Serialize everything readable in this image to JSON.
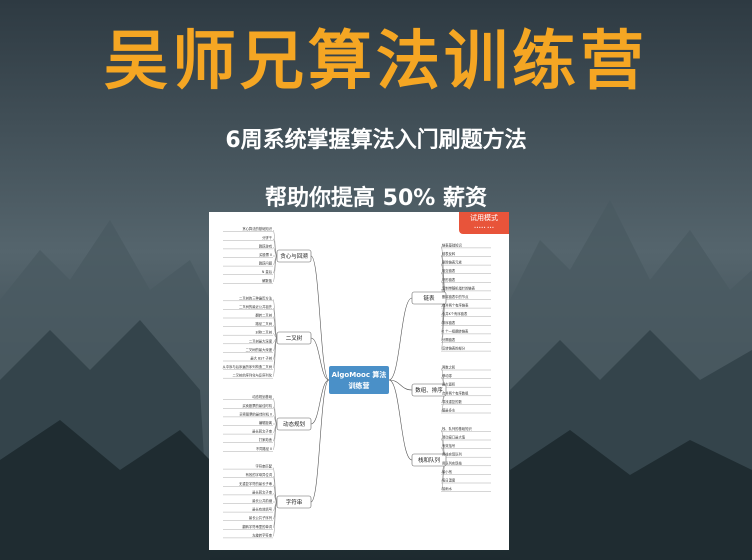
{
  "title": "吴师兄算法训练营",
  "subtitle": "6周系统掌握算法入门刷题方法",
  "tagline": "帮助你提高 50% 薪资",
  "colors": {
    "title": "#f5a623",
    "badge": "#e8543a",
    "center_node": "#4a90c8"
  },
  "preview": {
    "badge_label": "试用模式",
    "badge_sub": "••••• •••",
    "center": {
      "line1": "AlgoMooc 算法",
      "line2": "训练营"
    },
    "branches": {
      "left": [
        {
          "label": "贪心与回溯",
          "items": [
            "贪心算法的基础知识",
            "分饼干",
            "跳跃游戏",
            "买股票 II",
            "跳跃问题",
            "N 皇后",
            "解数独"
          ]
        },
        {
          "label": "二叉树",
          "items": [
            "二叉树的三种遍历方法",
            "二叉树的最近公共祖先",
            "翻转二叉树",
            "路径二叉树",
            "对称二叉树",
            "二叉树最大深度",
            "二叉树的最大深度",
            "最大 BST 子树",
            "从中序与后序遍历序列构造二叉树",
            "二叉树的序列化与反序列化"
          ]
        },
        {
          "label": "动态规划",
          "items": [
            "动态规划基础",
            "买卖股票的最佳时机",
            "买卖股票的最佳时机 II",
            "编辑距离",
            "最长回文子串",
            "打家劫舍",
            "不同路径 II"
          ]
        },
        {
          "label": "字符串",
          "items": [
            "字符串匹配",
            "有效的字母异位词",
            "无重复字符的最长子串",
            "最长回文子串",
            "最长公共前缀",
            "最长有效括号",
            "最长公共子序列",
            "翻转字符串里的单词",
            "左旋转字符串"
          ]
        }
      ],
      "right": [
        {
          "label": "链表",
          "items": [
            "链表基础知识",
            "链表反转",
            "删除链表元素",
            "相交链表",
            "环形链表",
            "复制带随机指针的链表",
            "删除链表中的节点",
            "合并两个有序链表",
            "合并K个有序链表",
            "排序链表",
            "K 个一组翻转链表",
            "分隔链表",
            "反转链表的部分"
          ]
        },
        {
          "label": "数组、排序",
          "items": [
            "两数之和",
            "移动零",
            "最大面积",
            "合并两个有序数组",
            "寻找重复的数",
            "盛最多水"
          ]
        },
        {
          "label": "栈和队列",
          "items": [
            "栈、队列的基础知识",
            "滑动窗口最大值",
            "有效括号",
            "用栈实现队列",
            "用队列实现栈",
            "最小栈",
            "每日温度",
            "接雨水"
          ]
        }
      ]
    }
  }
}
